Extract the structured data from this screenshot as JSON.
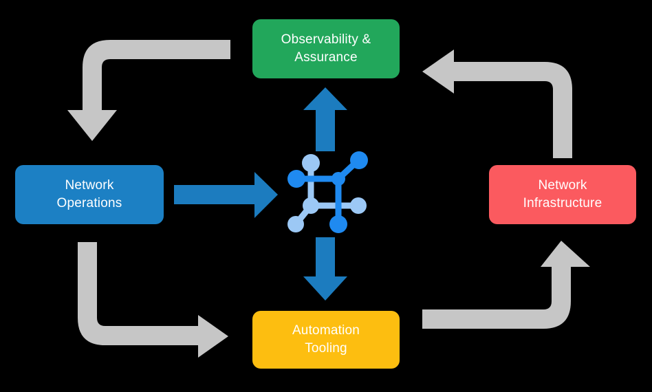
{
  "diagram": {
    "title": "Network automation lifecycle diagram",
    "background_color": "#000000",
    "nodes": [
      {
        "id": "observability",
        "label": "Observability &\nAssurance",
        "color": "#22A75B",
        "text_color": "#ffffff",
        "position": "top"
      },
      {
        "id": "operations",
        "label": "Network\nOperations",
        "color": "#1C80C4",
        "text_color": "#ffffff",
        "position": "left"
      },
      {
        "id": "infrastructure",
        "label": "Network\nInfrastructure",
        "color": "#FB5A5F",
        "text_color": "#ffffff",
        "position": "right"
      },
      {
        "id": "automation",
        "label": "Automation\nTooling",
        "color": "#FDBE10",
        "text_color": "#ffffff",
        "position": "bottom"
      }
    ],
    "center_icon": {
      "name": "network-topology-icon",
      "color_primary": "#1F8AF0",
      "color_secondary": "#9CC8F5"
    },
    "blue_arrows": [
      {
        "id": "operations-to-center",
        "direction": "right",
        "color": "#1C80C4"
      },
      {
        "id": "center-to-observability",
        "direction": "up",
        "color": "#1C80C4"
      },
      {
        "id": "center-to-automation",
        "direction": "down",
        "color": "#1C80C4"
      }
    ],
    "gray_arrows": [
      {
        "id": "observability-to-operations",
        "direction": "down",
        "color": "#C6C6C6"
      },
      {
        "id": "infrastructure-to-observability",
        "direction": "left",
        "color": "#C6C6C6"
      },
      {
        "id": "operations-to-automation",
        "direction": "right",
        "color": "#C6C6C6"
      },
      {
        "id": "automation-to-infrastructure",
        "direction": "up",
        "color": "#C6C6C6"
      }
    ]
  }
}
